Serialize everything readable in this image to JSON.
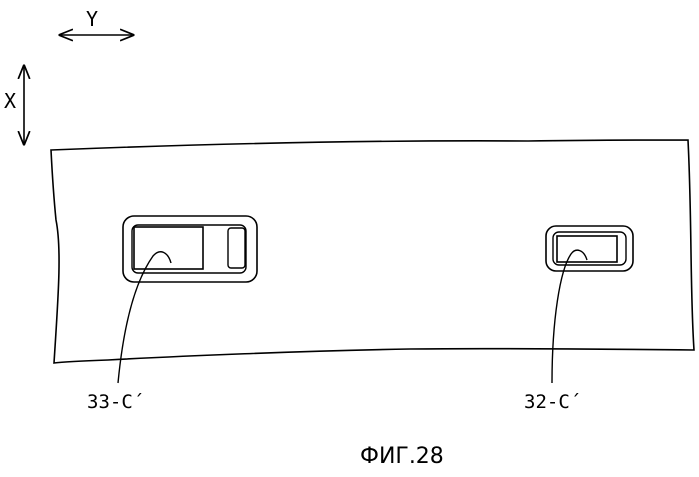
{
  "axes": {
    "y_label": "Y",
    "x_label": "X"
  },
  "labels": {
    "left_pad": "33-C´",
    "right_pad": "32-C´"
  },
  "caption": "ФИГ.28",
  "colors": {
    "ink": "#000000",
    "paper": "#ffffff"
  }
}
